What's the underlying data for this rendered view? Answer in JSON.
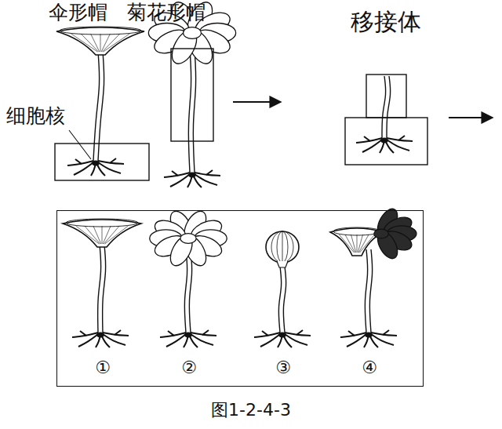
{
  "diagram": {
    "caption": "图1-2-4-3",
    "nodes": [
      {
        "text": [
          "移接体"
        ]
      },
      {
        "text": [
          "①",
          "②",
          "③",
          "④"
        ]
      }
    ],
    "labels": [
      "伞形帽",
      "菊花形帽",
      "细胞核"
    ]
  }
}
